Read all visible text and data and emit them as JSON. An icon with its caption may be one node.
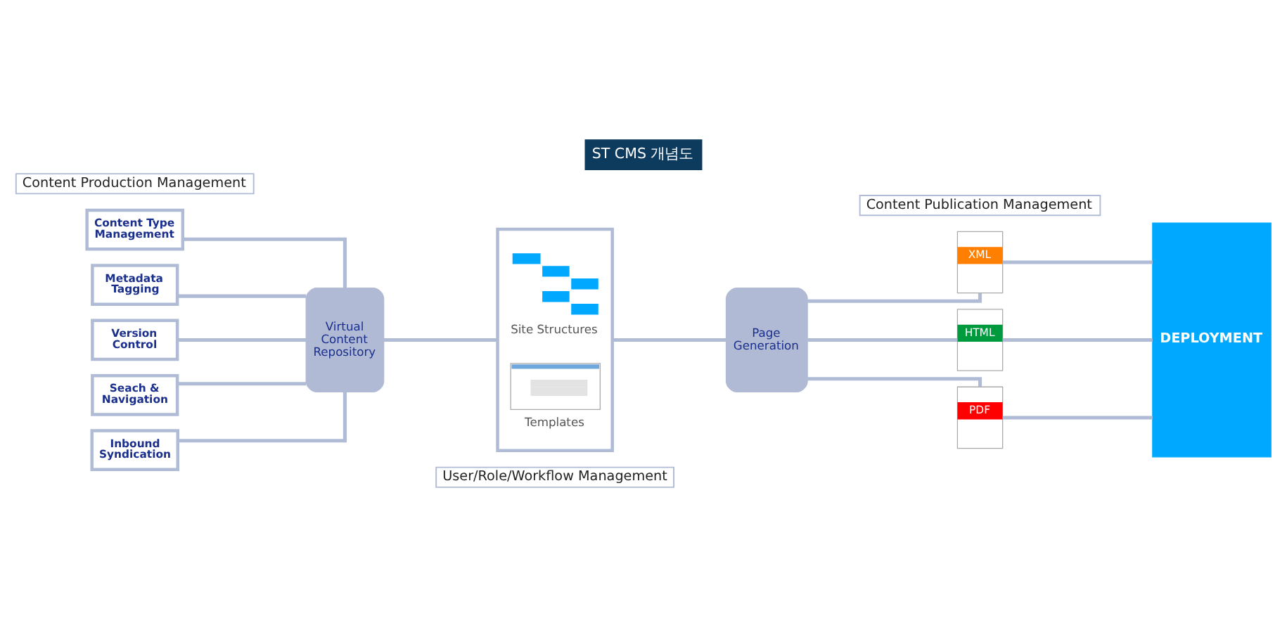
{
  "diagram": {
    "title": "ST CMS 개념도",
    "nodes": [
      {
        "text": [
          "Content Production Management"
        ]
      },
      {
        "text": [
          "Content Publication Management"
        ]
      },
      {
        "text": [
          "Content Type Management"
        ]
      },
      {
        "text": [
          "Metadata Tagging"
        ]
      },
      {
        "text": [
          "Version Control"
        ]
      },
      {
        "text": [
          "Seach & Navigation"
        ]
      },
      {
        "text": [
          "Inbound Syndication"
        ]
      },
      {
        "text": [
          "Virtual Content Repository"
        ]
      },
      {
        "text": [
          "Site Structures",
          "Templates"
        ]
      },
      {
        "text": [
          "Page Generation"
        ]
      },
      {
        "text": [
          "XML"
        ]
      },
      {
        "text": [
          "HTML"
        ]
      },
      {
        "text": [
          "PDF"
        ]
      },
      {
        "text": [
          "DEPLOYMENT"
        ]
      },
      {
        "text": [
          "User/Role/Workflow Management"
        ]
      }
    ],
    "edges": [
      {
        "from": 2,
        "to": 7,
        "arrow": "none"
      },
      {
        "from": 3,
        "to": 7,
        "arrow": "none"
      },
      {
        "from": 4,
        "to": 7,
        "arrow": "none"
      },
      {
        "from": 5,
        "to": 7,
        "arrow": "none"
      },
      {
        "from": 6,
        "to": 7,
        "arrow": "none"
      },
      {
        "from": 7,
        "to": 8,
        "arrow": "none"
      },
      {
        "from": 8,
        "to": 9,
        "arrow": "none"
      },
      {
        "from": 9,
        "to": 10,
        "arrow": "none"
      },
      {
        "from": 9,
        "to": 11,
        "arrow": "none"
      },
      {
        "from": 9,
        "to": 12,
        "arrow": "none"
      },
      {
        "from": 10,
        "to": 13,
        "arrow": "none"
      },
      {
        "from": 11,
        "to": 13,
        "arrow": "none"
      },
      {
        "from": 12,
        "to": 13,
        "arrow": "none"
      }
    ]
  }
}
